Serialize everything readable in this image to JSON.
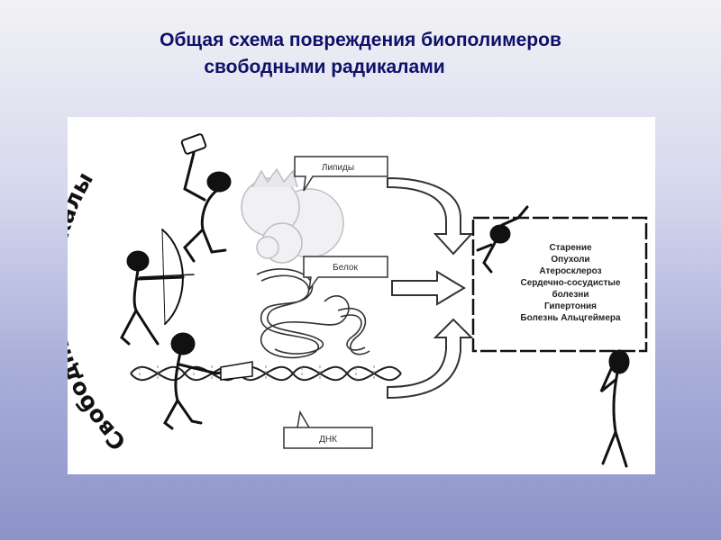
{
  "slide": {
    "title_line1": "Общая схема повреждения биополимеров",
    "title_line2": "свободными радикалами"
  },
  "diagram": {
    "side_label": "Свободные радикалы",
    "bubbles": {
      "lipids": "Липиды",
      "protein": "Белок",
      "dna": "ДНК"
    },
    "diseases": [
      "Старение",
      "Опухоли",
      "Атеросклероз",
      "Сердечно-сосудистые",
      "болезни",
      "Гипертония",
      "Болезнь Альцгеймера"
    ]
  }
}
